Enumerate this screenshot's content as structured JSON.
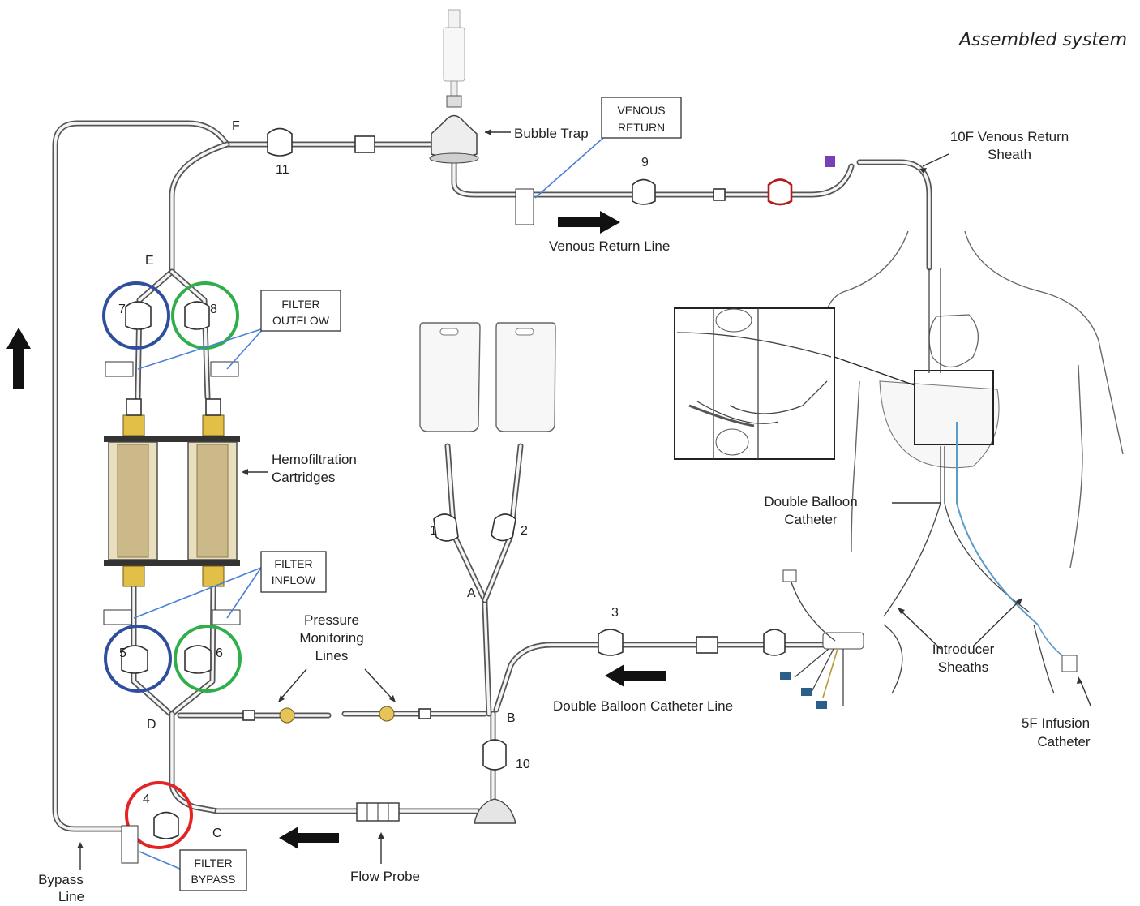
{
  "title": "Assembled system",
  "labels": {
    "bubble_trap": "Bubble Trap",
    "venous_return_line": "Venous Return Line",
    "sheath_10f_line1": "10F Venous Return",
    "sheath_10f_line2": "Sheath",
    "hemofiltration_line1": "Hemofiltration",
    "hemofiltration_line2": "Cartridges",
    "pressure_line1": "Pressure",
    "pressure_line2": "Monitoring",
    "pressure_line3": "Lines",
    "double_balloon_line1": "Double Balloon",
    "double_balloon_line2": "Catheter",
    "double_balloon_catheter_line": "Double Balloon Catheter Line",
    "introducer_line1": "Introducer",
    "introducer_line2": "Sheaths",
    "infusion_line1": "5F Infusion",
    "infusion_line2": "Catheter",
    "flow_probe": "Flow Probe",
    "bypass_line1": "Bypass",
    "bypass_line2": "Line"
  },
  "boxes": {
    "venous_return_line1": "VENOUS",
    "venous_return_line2": "RETURN",
    "filter_outflow_line1": "FILTER",
    "filter_outflow_line2": "OUTFLOW",
    "filter_inflow_line1": "FILTER",
    "filter_inflow_line2": "INFLOW",
    "filter_bypass_line1": "FILTER",
    "filter_bypass_line2": "BYPASS"
  },
  "junctions": {
    "a": "A",
    "b": "B",
    "c": "C",
    "d": "D",
    "e": "E",
    "f": "F"
  },
  "clamps": {
    "c1": "1",
    "c2": "2",
    "c3": "3",
    "c4": "4",
    "c5": "5",
    "c6": "6",
    "c7": "7",
    "c8": "8",
    "c9": "9",
    "c10": "10",
    "c11": "11"
  },
  "colors": {
    "blue_ring": "#2f4f9e",
    "green_ring": "#2fae4a",
    "red_ring": "#e42424",
    "pointer_blue": "#4a7fd6",
    "clamp_red": "#b01c1c",
    "connector_purple": "#7b3fb5"
  }
}
